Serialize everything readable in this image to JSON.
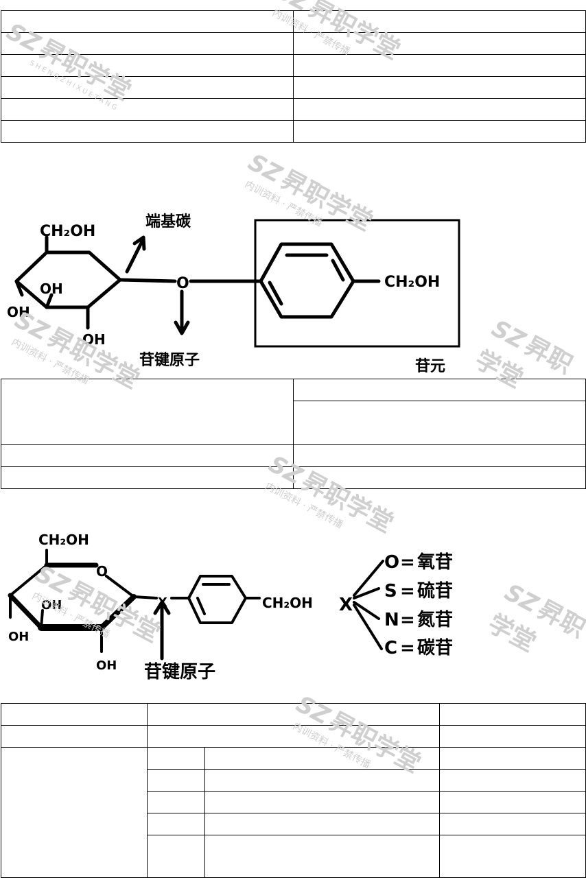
{
  "watermark": {
    "brand": "昇职学堂",
    "pinyin": "SHENGZHIXUETANG",
    "note": "内训资料 · 严禁传播",
    "logo": "SZ",
    "color": "#cfcfcf"
  },
  "figure1": {
    "ch2oh_top": "CH₂OH",
    "oh1": "OH",
    "oh2": "OH",
    "oh3": "OH",
    "ring_o": "O",
    "ch2oh_right": "CH₂OH",
    "label_anomeric": "端基碳",
    "label_glycosidic_atom": "苷键原子",
    "label_aglycone": "苷元"
  },
  "figure2": {
    "ch2oh_top": "CH₂OH",
    "ring_o": "O",
    "oh1": "OH",
    "oh2": "OH",
    "oh3": "OH",
    "x_atom": "X",
    "ch2oh_right": "CH₂OH",
    "label_glycosidic_atom": "苷键原子",
    "x_left": "X",
    "classes": [
      {
        "atom": "O",
        "name": "氧苷"
      },
      {
        "atom": "S",
        "name": "硫苷"
      },
      {
        "atom": "N",
        "name": "氮苷"
      },
      {
        "atom": "C",
        "name": "碳苷"
      }
    ]
  }
}
